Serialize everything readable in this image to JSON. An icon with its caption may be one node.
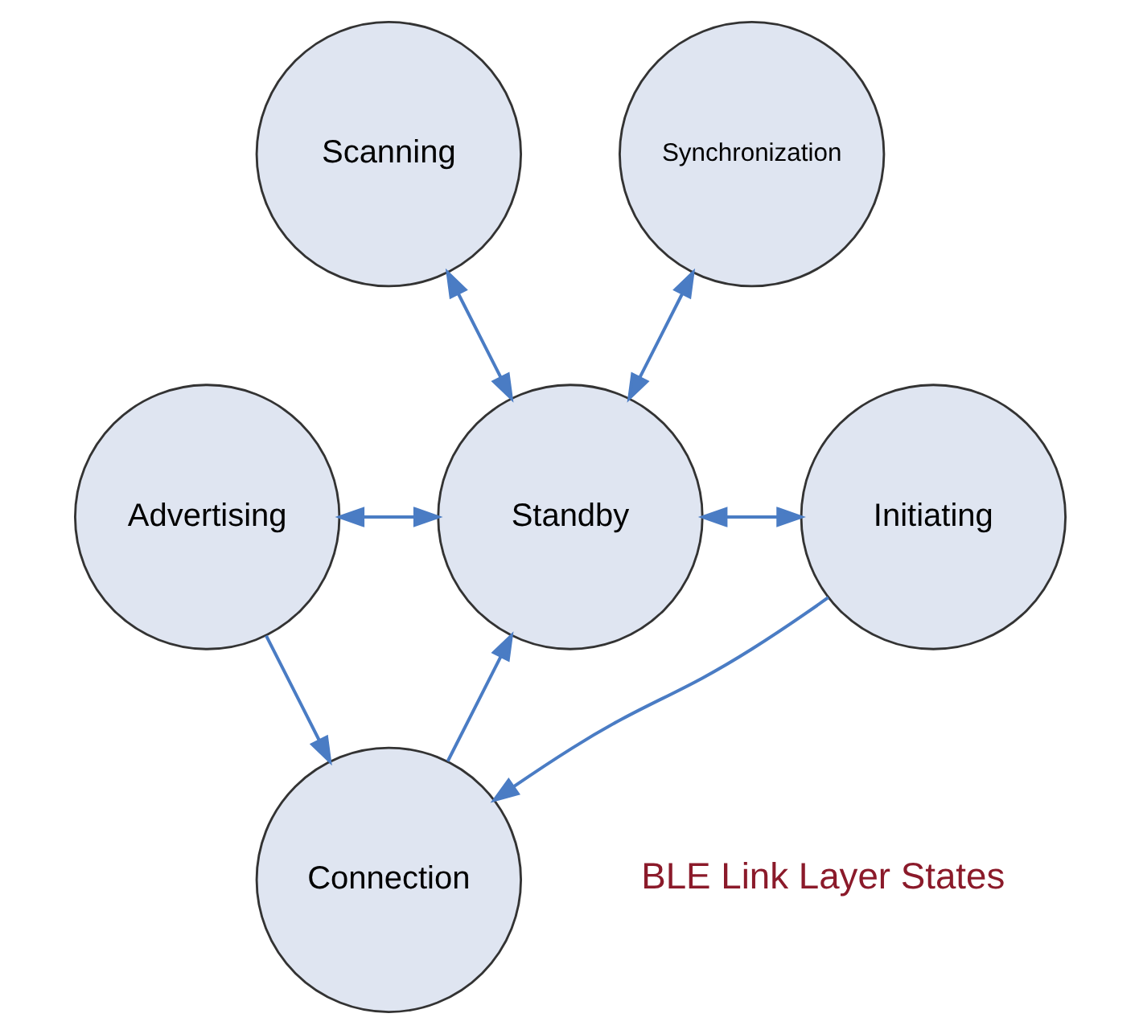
{
  "diagram": {
    "nodes": [
      {
        "text": [
          "Scanning"
        ]
      },
      {
        "text": [
          "Synchronization"
        ]
      },
      {
        "text": [
          "Advertising"
        ]
      },
      {
        "text": [
          "Standby"
        ]
      },
      {
        "text": [
          "Initiating"
        ]
      },
      {
        "text": [
          "Connection"
        ]
      }
    ],
    "edges": [
      {
        "from": 0,
        "to": 3,
        "arrow": "both"
      },
      {
        "from": 1,
        "to": 3,
        "arrow": "both"
      },
      {
        "from": 2,
        "to": 3,
        "arrow": "both"
      },
      {
        "from": 3,
        "to": 4,
        "arrow": "both"
      },
      {
        "from": 5,
        "to": 3,
        "arrow": "to"
      },
      {
        "from": 2,
        "to": 5,
        "arrow": "to"
      },
      {
        "from": 4,
        "to": 5,
        "arrow": "to"
      }
    ],
    "labels": [
      "BLE Link Layer States"
    ]
  }
}
